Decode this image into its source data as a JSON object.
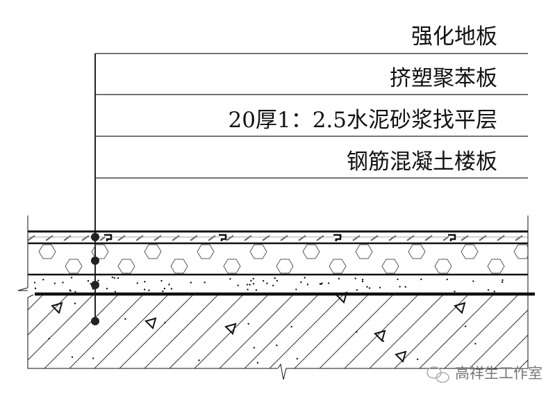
{
  "layers": [
    {
      "label": "强化地板"
    },
    {
      "label": "挤塑聚苯板"
    },
    {
      "label": "20厚1：2.5水泥砂浆找平层"
    },
    {
      "label": "钢筋混凝土楼板"
    }
  ],
  "watermark": {
    "text": "高祥生工作室",
    "icon": "wechat-icon"
  },
  "colors": {
    "line": "#111111",
    "watermark": "#777777"
  }
}
